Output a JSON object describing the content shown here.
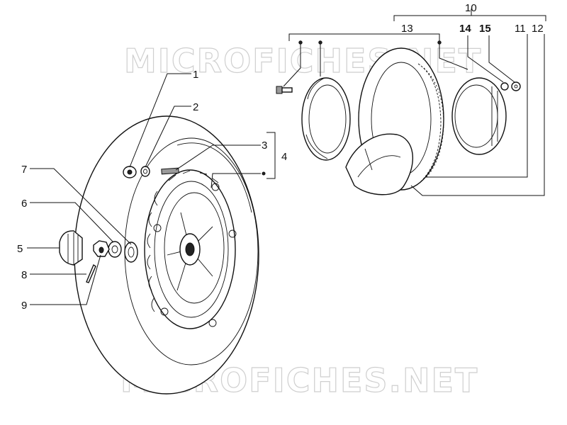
{
  "watermark": "MICROFICHES.NET",
  "callouts": {
    "c1": "1",
    "c2": "2",
    "c3": "3",
    "c4": "4",
    "c5": "5",
    "c6": "6",
    "c7": "7",
    "c8": "8",
    "c9": "9",
    "c10": "10",
    "c11": "11",
    "c12": "12",
    "c13": "13",
    "c14": "14",
    "c15": "15"
  }
}
